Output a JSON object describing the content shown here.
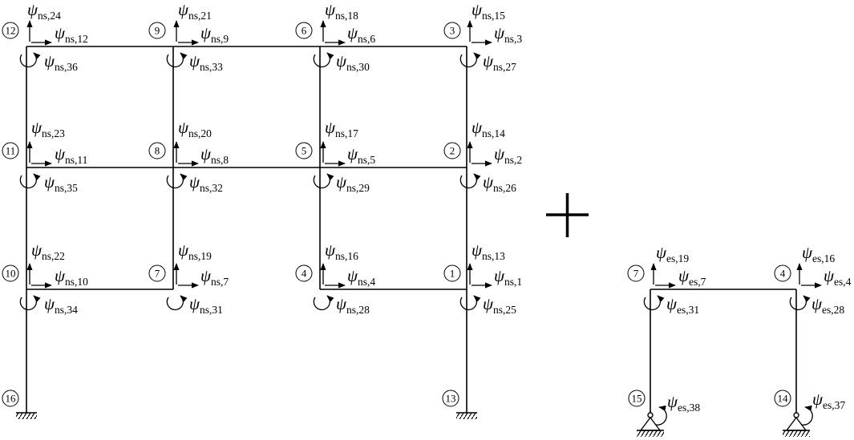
{
  "left_frame": {
    "nodes": [
      {
        "id": "n12",
        "label": "12"
      },
      {
        "id": "n9",
        "label": "9"
      },
      {
        "id": "n6",
        "label": "6"
      },
      {
        "id": "n3",
        "label": "3"
      },
      {
        "id": "n11",
        "label": "11"
      },
      {
        "id": "n8",
        "label": "8"
      },
      {
        "id": "n5",
        "label": "5"
      },
      {
        "id": "n2",
        "label": "2"
      },
      {
        "id": "n10",
        "label": "10"
      },
      {
        "id": "n7",
        "label": "7"
      },
      {
        "id": "n4",
        "label": "4"
      },
      {
        "id": "n1",
        "label": "1"
      },
      {
        "id": "n16",
        "label": "16"
      },
      {
        "id": "n13",
        "label": "13"
      }
    ],
    "dofs": [
      {
        "symbol": "ψ",
        "sub": "ns,24"
      },
      {
        "symbol": "ψ",
        "sub": "ns,12"
      },
      {
        "symbol": "ψ",
        "sub": "ns,36"
      },
      {
        "symbol": "ψ",
        "sub": "ns,21"
      },
      {
        "symbol": "ψ",
        "sub": "ns,9"
      },
      {
        "symbol": "ψ",
        "sub": "ns,33"
      },
      {
        "symbol": "ψ",
        "sub": "ns,18"
      },
      {
        "symbol": "ψ",
        "sub": "ns,6"
      },
      {
        "symbol": "ψ",
        "sub": "ns,30"
      },
      {
        "symbol": "ψ",
        "sub": "ns,15"
      },
      {
        "symbol": "ψ",
        "sub": "ns,3"
      },
      {
        "symbol": "ψ",
        "sub": "ns,27"
      },
      {
        "symbol": "ψ",
        "sub": "ns,23"
      },
      {
        "symbol": "ψ",
        "sub": "ns,11"
      },
      {
        "symbol": "ψ",
        "sub": "ns,35"
      },
      {
        "symbol": "ψ",
        "sub": "ns,20"
      },
      {
        "symbol": "ψ",
        "sub": "ns,8"
      },
      {
        "symbol": "ψ",
        "sub": "ns,32"
      },
      {
        "symbol": "ψ",
        "sub": "ns,17"
      },
      {
        "symbol": "ψ",
        "sub": "ns,5"
      },
      {
        "symbol": "ψ",
        "sub": "ns,29"
      },
      {
        "symbol": "ψ",
        "sub": "ns,14"
      },
      {
        "symbol": "ψ",
        "sub": "ns,2"
      },
      {
        "symbol": "ψ",
        "sub": "ns,26"
      },
      {
        "symbol": "ψ",
        "sub": "ns,22"
      },
      {
        "symbol": "ψ",
        "sub": "ns,10"
      },
      {
        "symbol": "ψ",
        "sub": "ns,34"
      },
      {
        "symbol": "ψ",
        "sub": "ns,19"
      },
      {
        "symbol": "ψ",
        "sub": "ns,7"
      },
      {
        "symbol": "ψ",
        "sub": "ns,31"
      },
      {
        "symbol": "ψ",
        "sub": "ns,16"
      },
      {
        "symbol": "ψ",
        "sub": "ns,4"
      },
      {
        "symbol": "ψ",
        "sub": "ns,28"
      },
      {
        "symbol": "ψ",
        "sub": "ns,13"
      },
      {
        "symbol": "ψ",
        "sub": "ns,1"
      },
      {
        "symbol": "ψ",
        "sub": "ns,25"
      }
    ]
  },
  "operator": "+",
  "right_frame": {
    "nodes": [
      {
        "id": "r7",
        "label": "7"
      },
      {
        "id": "r4",
        "label": "4"
      },
      {
        "id": "r15",
        "label": "15"
      },
      {
        "id": "r14",
        "label": "14"
      }
    ],
    "dofs": [
      {
        "symbol": "ψ",
        "sub": "es,19"
      },
      {
        "symbol": "ψ",
        "sub": "es,7"
      },
      {
        "symbol": "ψ",
        "sub": "es,31"
      },
      {
        "symbol": "ψ",
        "sub": "es,16"
      },
      {
        "symbol": "ψ",
        "sub": "es,4"
      },
      {
        "symbol": "ψ",
        "sub": "es,28"
      },
      {
        "symbol": "ψ",
        "sub": "es,38"
      },
      {
        "symbol": "ψ",
        "sub": "es,37"
      }
    ]
  }
}
